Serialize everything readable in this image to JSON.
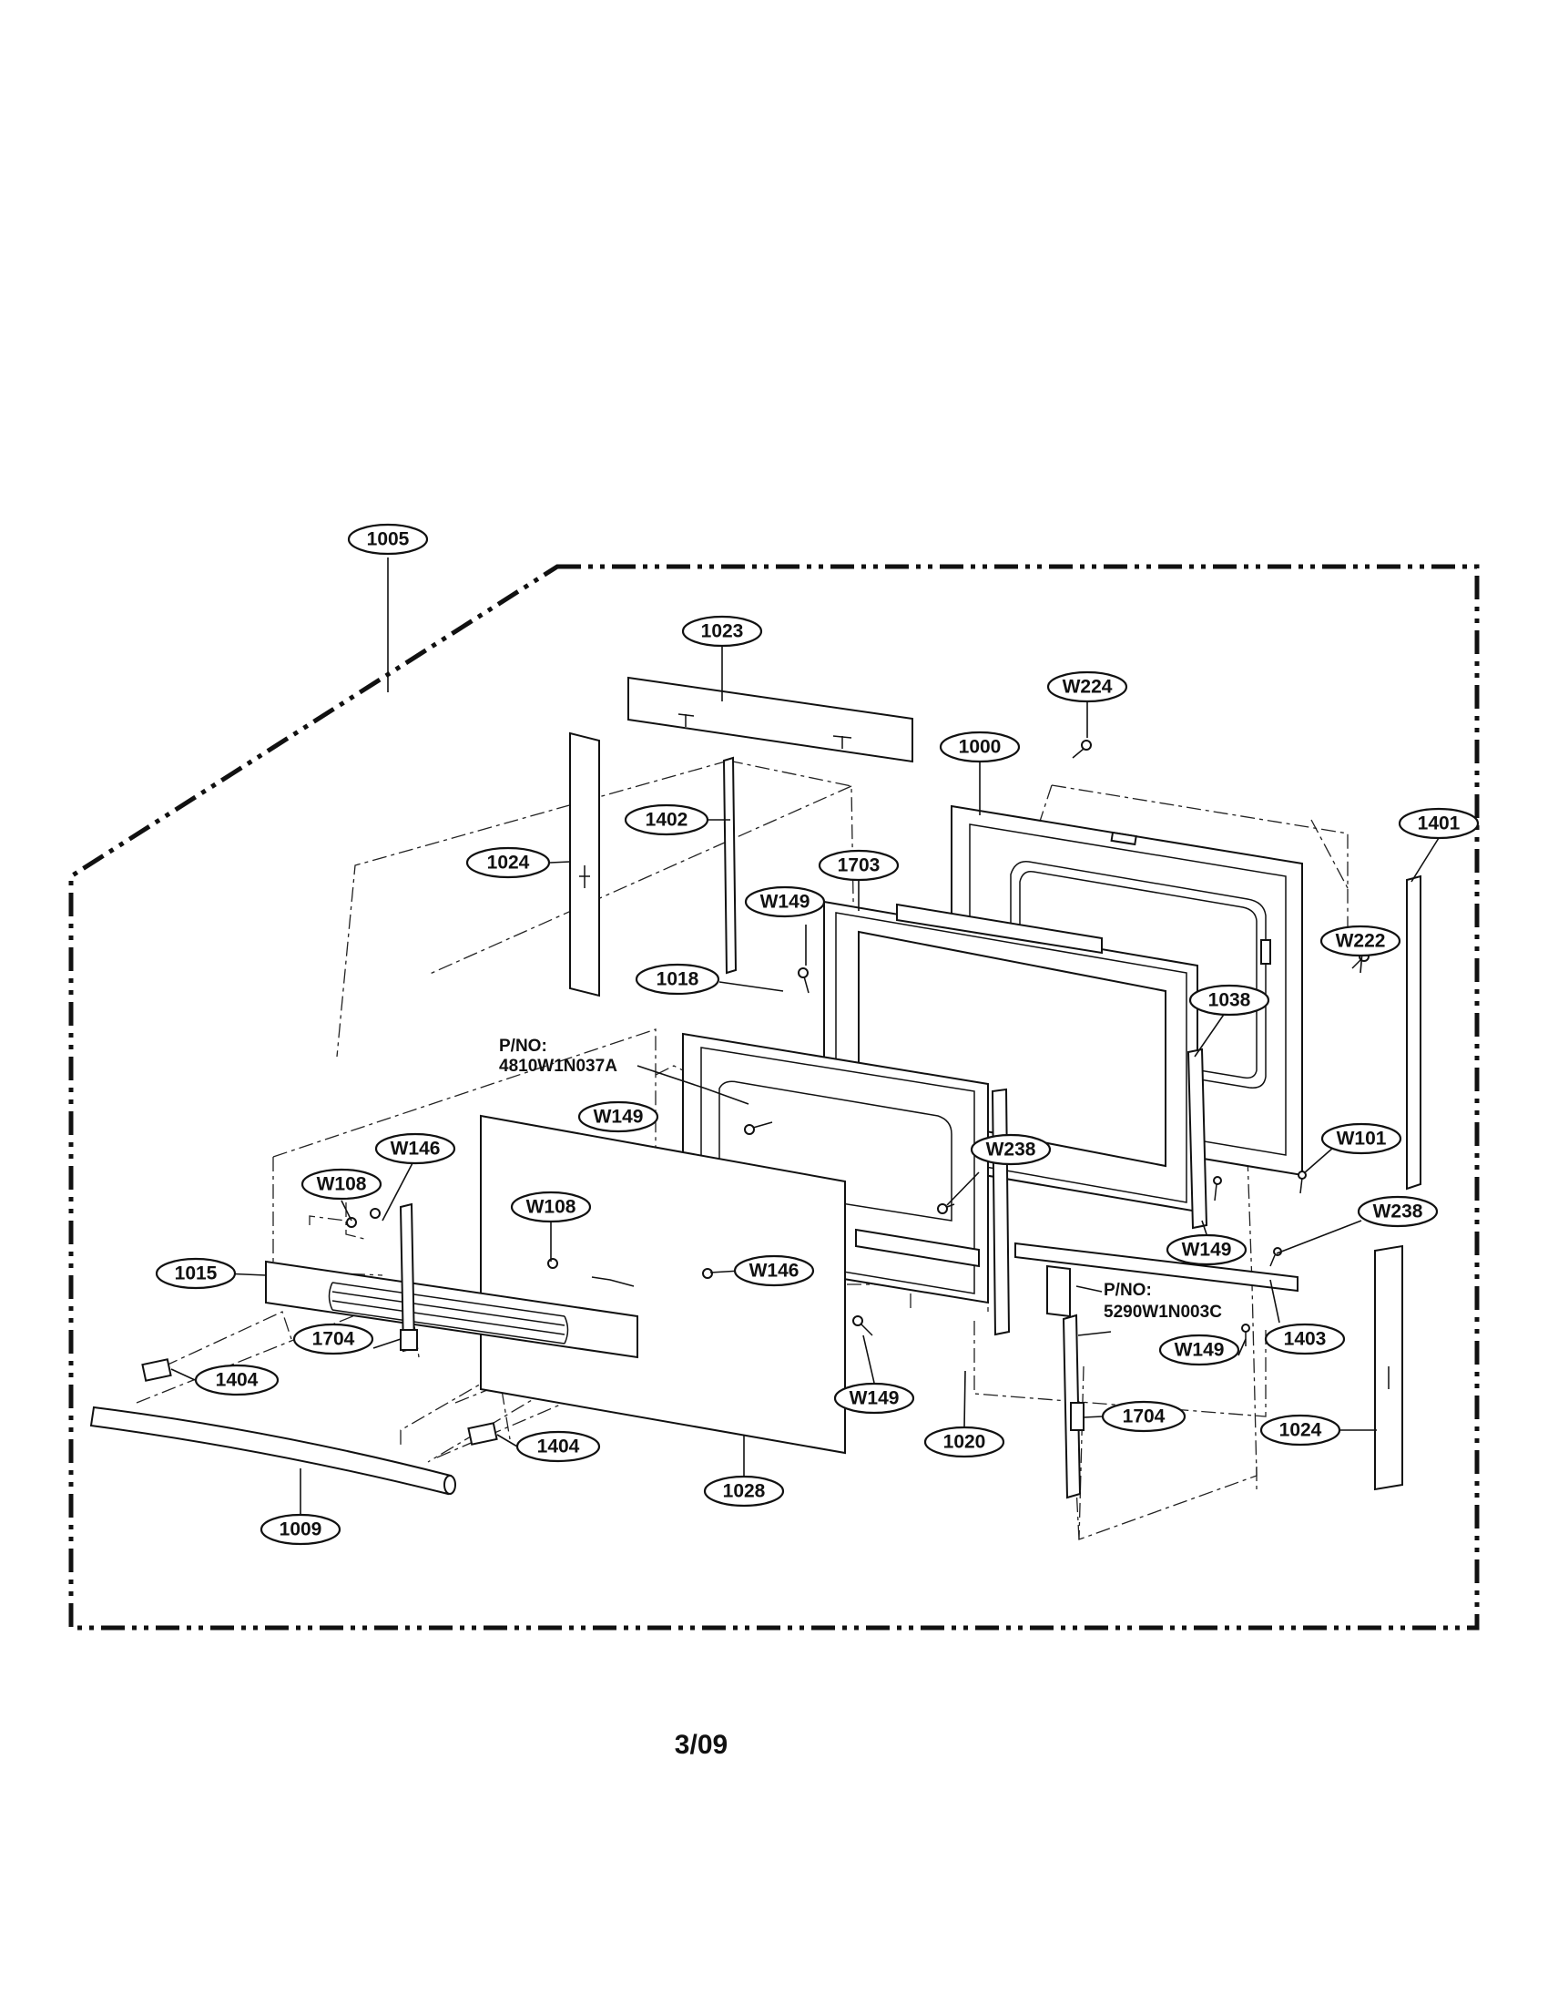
{
  "callouts": {
    "c1005": "1005",
    "c1023": "1023",
    "c1000": "1000",
    "cW224": "W224",
    "c1401": "1401",
    "c1024a": "1024",
    "c1402": "1402",
    "c1703": "1703",
    "cW149a": "W149",
    "cW222": "W222",
    "c1018": "1018",
    "c1038": "1038",
    "cW149b": "W149",
    "cW101": "W101",
    "cW146a": "W146",
    "cW238a": "W238",
    "cW108a": "W108",
    "cW108b": "W108",
    "cW238b": "W238",
    "cW149c": "W149",
    "c1015": "1015",
    "cW146b": "W146",
    "c1403": "1403",
    "c1704a": "1704",
    "cW149d": "W149",
    "c1404a": "1404",
    "cW149e": "W149",
    "c1704b": "1704",
    "c1020": "1020",
    "c1024b": "1024",
    "c1404b": "1404",
    "c1028": "1028",
    "c1009": "1009"
  },
  "part_numbers": {
    "pno1_line1": "P/NO:",
    "pno1_line2": "4810W1N037A",
    "pno2_line1": "P/NO:",
    "pno2_line2": "5290W1N003C"
  },
  "page_number": "3/09"
}
